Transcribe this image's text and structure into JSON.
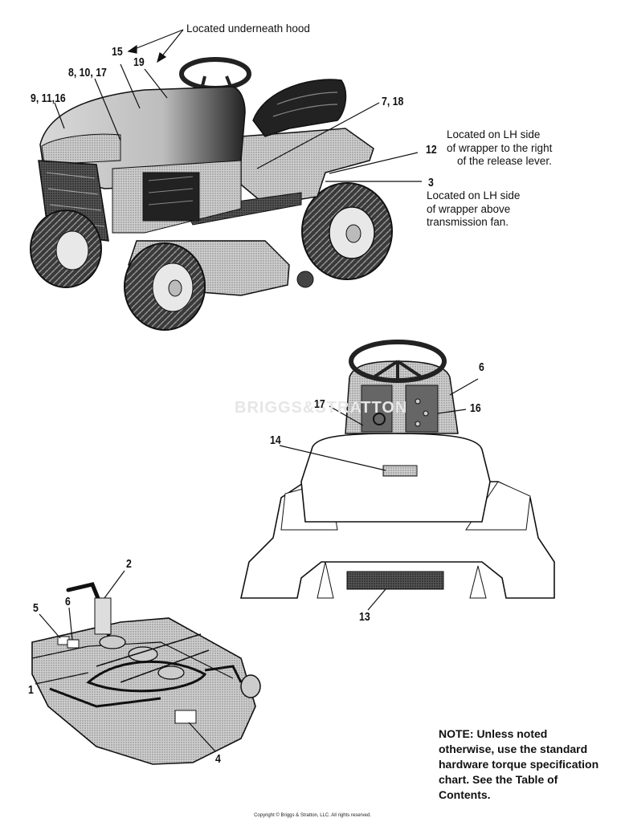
{
  "callouts": {
    "c15": "15",
    "c19": "19",
    "c8_10_17": "8, 10, 17",
    "c9_11_16": "9, 11,16",
    "c7_18": "7, 18",
    "c12": "12",
    "c3": "3",
    "c6_rear": "6",
    "c17_rear": "17",
    "c16_rear": "16",
    "c14": "14",
    "c13": "13",
    "c2": "2",
    "c5": "5",
    "c6_deck": "6",
    "c1": "1",
    "c4": "4"
  },
  "notes": {
    "hood": "Located underneath hood",
    "lh_side_1_line1": "Located on LH side",
    "lh_side_1_line2": "of wrapper to the right",
    "lh_side_1_line3": "of the release lever.",
    "lh_side_2_line1": "Located on LH side",
    "lh_side_2_line2": "of wrapper above",
    "lh_side_2_line3": "transmission fan."
  },
  "footer_note": "NOTE: Unless noted otherwise, use the standard hardware torque specification chart. See the Table of Contents.",
  "watermark": "BRIGGS&STRATTON",
  "copyright": "Copyright © Briggs & Stratton, LLC. All rights reserved."
}
